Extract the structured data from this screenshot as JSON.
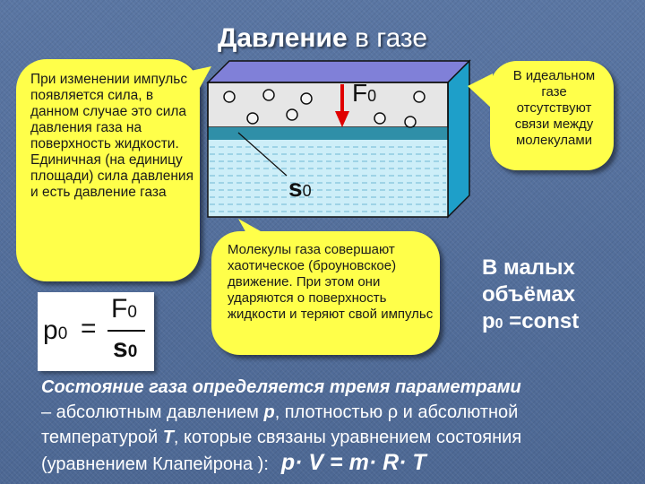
{
  "slide": {
    "title_bold": "Давление",
    "title_rest": " в газе"
  },
  "left_callout": {
    "text": "При изменении импульса появляется сила, в данном случае это сила давления газа на поверхность жидкости. Единичная (на единицу площади) сила давления и есть давление газа"
  },
  "right_callout": {
    "text": "В идеальном газе отсутствуют связи между молекулами"
  },
  "mid_callout": {
    "text": "Молекулы газа совершают хаотическое (броуновское) движение. При этом они ударяются о поверхность жидкости и теряют свой импульс"
  },
  "formula": {
    "lhs": "p",
    "lhs_sub": "0",
    "equals": "=",
    "numerator": "F",
    "numerator_sub": "0",
    "denominator": "s",
    "denominator_sub": "0"
  },
  "diagram": {
    "force_label": "F",
    "force_sub": "0",
    "area_label": "s",
    "area_sub": "0",
    "colors": {
      "gas": "#e6e6e6",
      "liquid": "#cdeef8",
      "surface": "#2f8fa8",
      "side": "#1e9fc9",
      "top": "#8080d8",
      "arrow": "#e00000"
    }
  },
  "right_text": {
    "line1": "В малых",
    "line2": "объёмах",
    "line3_main": "p",
    "line3_sub": "0",
    "line3_rest": " =const"
  },
  "bottom": {
    "line1": "Состояние газа определяется тремя параметрами",
    "line2_a": "– абсолютным давлением ",
    "line2_p": "p",
    "line2_b": ", плотностью ",
    "line2_rho": "ρ",
    "line2_c": " и абсолютной",
    "line3_a": "температурой ",
    "line3_t": "T",
    "line3_b": ", которые связаны уравнением состояния",
    "line4": "(уравнением Клапейрона ):",
    "equation": "p· V = m· R· T"
  }
}
